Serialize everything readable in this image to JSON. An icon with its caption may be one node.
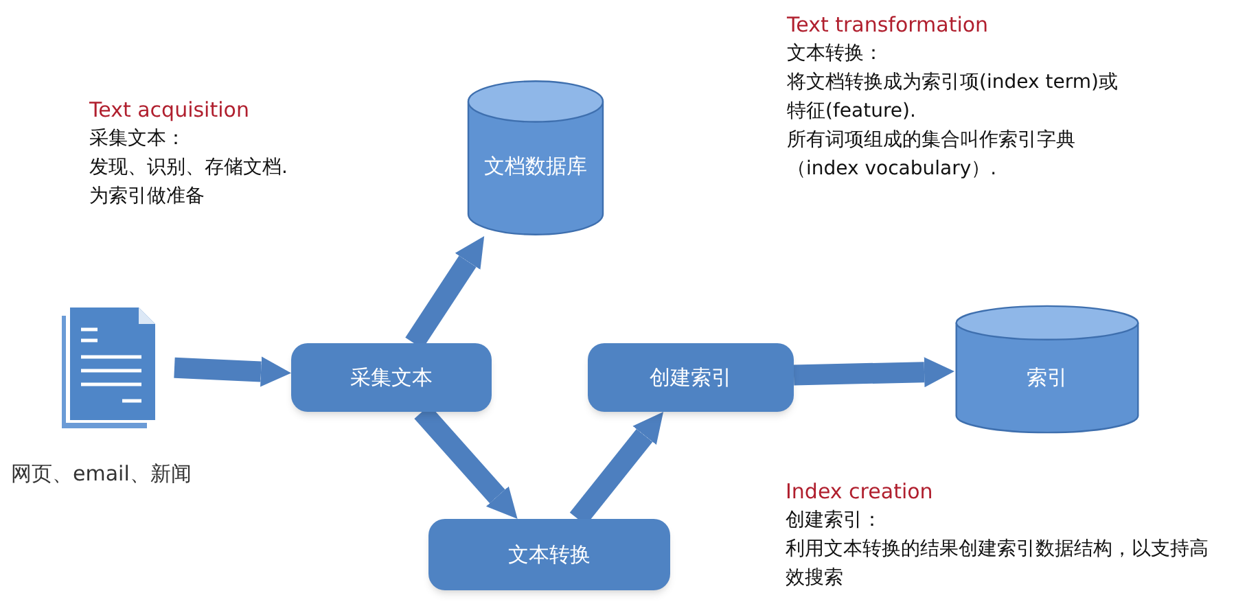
{
  "diagram": {
    "nodes": [
      {
        "text": [],
        "shape": "document",
        "beside": [
          "网页、email、新闻"
        ]
      },
      {
        "text": [
          "采集文本"
        ]
      },
      {
        "text": [
          "文档数据库"
        ]
      },
      {
        "text": [
          "文本转换"
        ]
      },
      {
        "text": [
          "创建索引"
        ]
      },
      {
        "text": [
          "索引"
        ]
      }
    ],
    "edges": [
      {
        "from": 0,
        "to": 1,
        "arrow": "to"
      },
      {
        "from": 1,
        "to": 2,
        "arrow": "to"
      },
      {
        "from": 1,
        "to": 3,
        "arrow": "to"
      },
      {
        "from": 3,
        "to": 4,
        "arrow": "to"
      },
      {
        "from": 4,
        "to": 5,
        "arrow": "to"
      }
    ],
    "labels": [
      "Text transformation",
      "文本转换：",
      "将文档转换成为索引项(index term)或特征(feature).",
      "所有词项组成的集合叫作索引字典（index vocabulary）.",
      "Text acquisition",
      "采集文本：",
      "发现、识别、存储文档.",
      "为索引做准备",
      "Index creation",
      "创建索引：",
      "利用文本转换的结果创建索引数据结构，以支持高效搜索"
    ]
  }
}
